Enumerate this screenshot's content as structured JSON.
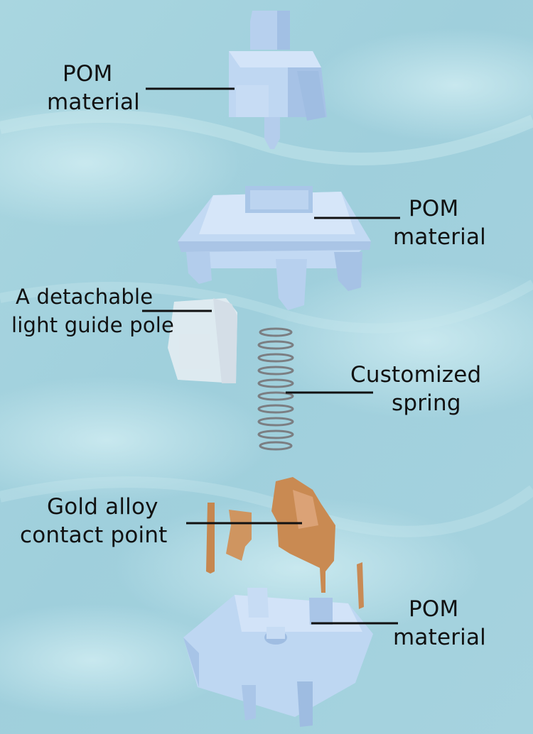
{
  "labels": {
    "stem": {
      "line1": "POM",
      "line2": "material"
    },
    "top_housing": {
      "line1": "POM",
      "line2": "material"
    },
    "light_guide": {
      "line1": "A detachable",
      "line2": "light guide pole"
    },
    "spring": {
      "line1": "Customized",
      "line2": "spring"
    },
    "contact": {
      "line1": "Gold alloy",
      "line2": "contact point"
    },
    "bottom_housing": {
      "line1": "POM",
      "line2": "material"
    }
  },
  "colors": {
    "water": "#9fd0dc",
    "water_light": "#c6e8ee",
    "part_blue": "#b9d3f1",
    "part_shadow": "#8fb2db",
    "copper": "#c98a52",
    "spring_metal": "#7c7f82",
    "label_text": "#111111"
  }
}
